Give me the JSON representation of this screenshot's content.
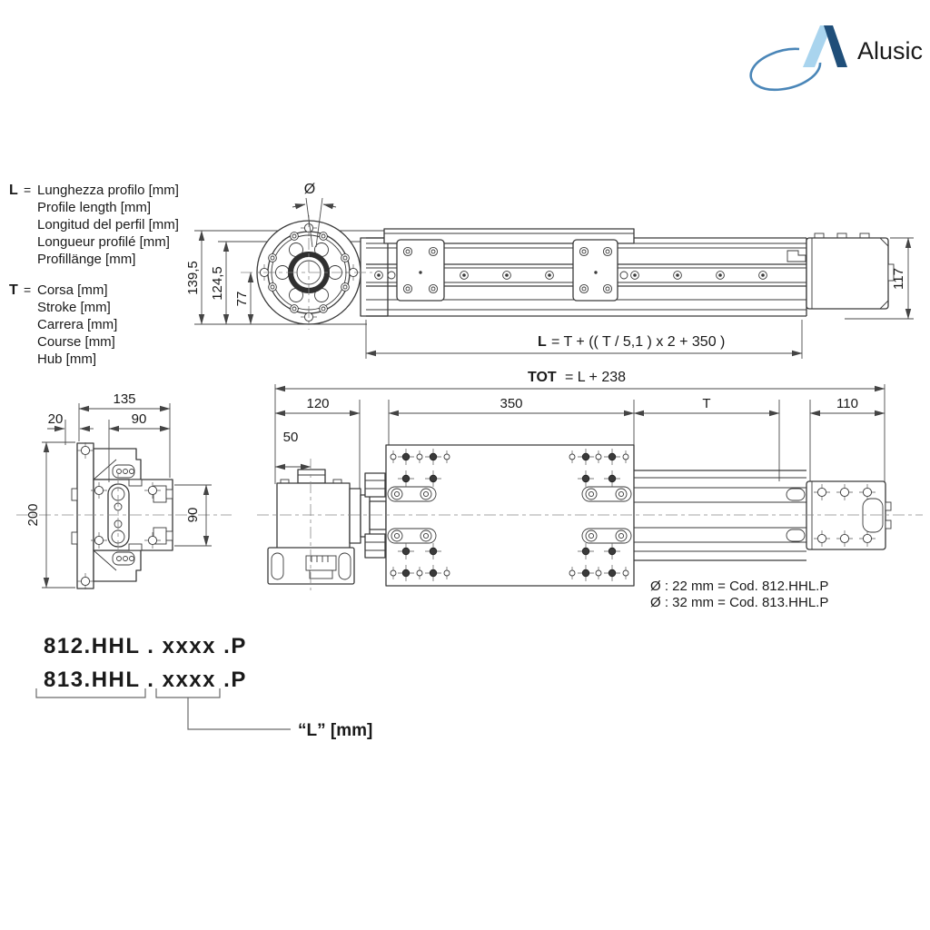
{
  "logo": {
    "brand": "Alusic",
    "light_blue": "#a9d4ee",
    "dark_blue": "#1f4e79",
    "swoosh_blue": "#4a86b8",
    "text_gray": "#8b9095"
  },
  "legend": {
    "l_symbol": "L",
    "t_symbol": "T",
    "equals": "=",
    "l_lines": [
      "Lunghezza profilo [mm]",
      "Profile length [mm]",
      "Longitud del perfil [mm]",
      "Longueur profilé [mm]",
      "Profillänge [mm]"
    ],
    "t_lines": [
      "Corsa [mm]",
      "Stroke [mm]",
      "Carrera [mm]",
      "Course [mm]",
      "Hub [mm]"
    ]
  },
  "top_view": {
    "dim_diameter_symbol": "Ø",
    "dim_height_overall": "139,5",
    "dim_height_flange": "124,5",
    "dim_height_center": "77",
    "dim_end_height": "117",
    "formula_bold": "L",
    "formula_rest": "= T + (( T / 5,1 ) x 2 + 350 )"
  },
  "plan_view": {
    "total_bold": "TOT",
    "total_rest": "= L + 238",
    "dim_motor": "120",
    "dim_plate": "350",
    "dim_stroke": "T",
    "dim_end": "110",
    "dim_offset": "50"
  },
  "section_view": {
    "dim_width": "135",
    "dim_plate_thk": "20",
    "dim_profile_w": "90",
    "dim_height": "200",
    "dim_profile_h": "90"
  },
  "notes": {
    "line1": "Ø : 22 mm = Cod. 812.HHL.P",
    "line2": "Ø : 32 mm = Cod. 813.HHL.P"
  },
  "codes": {
    "code_812": "812.HHL . xxxx .P",
    "code_813": "813.HHL . xxxx .P",
    "callout": "“L” [mm]"
  }
}
